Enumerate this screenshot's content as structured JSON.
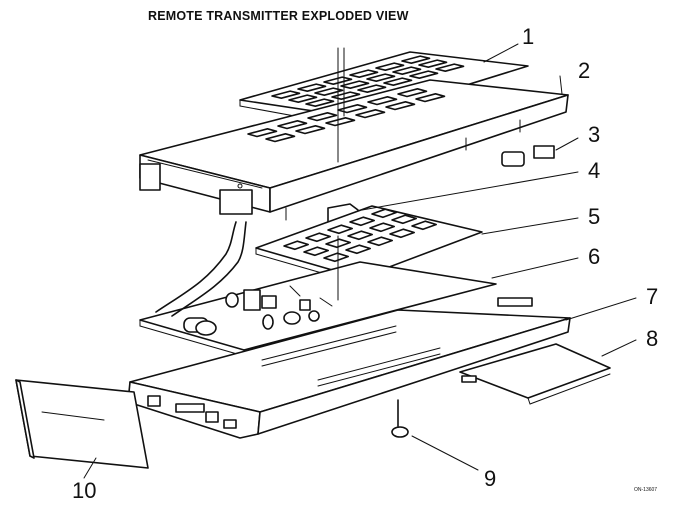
{
  "title": "REMOTE TRANSMITTER EXPLODED VIEW",
  "figure_code": "ON-13607",
  "callouts": [
    "1",
    "2",
    "3",
    "4",
    "5",
    "6",
    "7",
    "8",
    "9",
    "10"
  ]
}
